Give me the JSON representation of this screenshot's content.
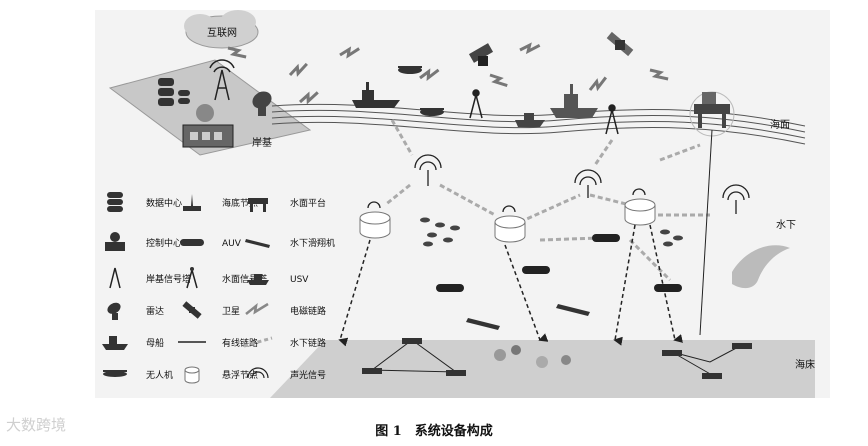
{
  "diagram": {
    "labels": {
      "internet": "互联网",
      "shore_base": "岸基",
      "sea_surface": "海面",
      "underwater": "水下",
      "seabed": "海床"
    },
    "legend": [
      {
        "icon": "data-center-icon",
        "label": "数据中心"
      },
      {
        "icon": "seabed-node-icon",
        "label": "海底节点"
      },
      {
        "icon": "surface-platform-icon",
        "label": "水面平台"
      },
      {
        "icon": "control-center-icon",
        "label": "控制中心"
      },
      {
        "icon": "auv-icon",
        "label": "AUV"
      },
      {
        "icon": "underwater-glider-icon",
        "label": "水下滑翔机"
      },
      {
        "icon": "shore-tower-icon",
        "label": "岸基信号塔"
      },
      {
        "icon": "surface-tower-icon",
        "label": "水面信号塔"
      },
      {
        "icon": "usv-icon",
        "label": "USV"
      },
      {
        "icon": "radar-icon",
        "label": "雷达"
      },
      {
        "icon": "satellite-icon",
        "label": "卫星"
      },
      {
        "icon": "em-link-icon",
        "label": "电磁链路"
      },
      {
        "icon": "mother-ship-icon",
        "label": "母船"
      },
      {
        "icon": "wired-link-icon",
        "label": "有线链路"
      },
      {
        "icon": "underwater-link-icon",
        "label": "水下链路"
      },
      {
        "icon": "uav-icon",
        "label": "无人机"
      },
      {
        "icon": "floating-node-icon",
        "label": "悬浮节点"
      },
      {
        "icon": "acoustic-signal-icon",
        "label": "声光信号"
      }
    ]
  },
  "caption": "图 1　系统设备构成",
  "watermark": "大数跨境"
}
